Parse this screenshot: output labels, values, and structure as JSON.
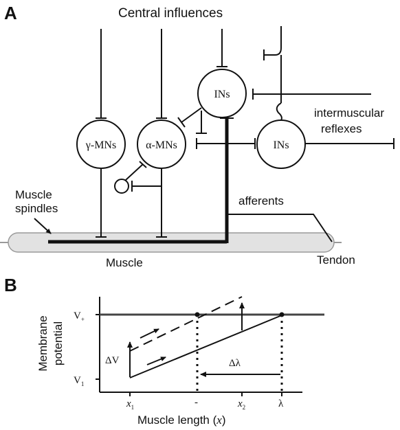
{
  "panel_a": {
    "label": "A",
    "central_influences": "Central influences",
    "gamma_mns": "γ-MNs",
    "alpha_mns": "α-MNs",
    "ins_top": "INs",
    "ins_right": "INs",
    "intermuscular_line1": "intermuscular",
    "intermuscular_line2": "reflexes",
    "muscle_spindles_line1": "Muscle",
    "muscle_spindles_line2": "spindles",
    "afferents": "afferents",
    "muscle": "Muscle",
    "tendon": "Tendon"
  },
  "panel_b": {
    "label": "B",
    "ylabel_line1": "Membrane",
    "ylabel_line2": "potential",
    "v_plus": "V",
    "v_plus_sub": "+",
    "v_one": "V",
    "v_one_sub": "1",
    "delta_v": "ΔV",
    "delta_lambda": "Δλ",
    "x1": "x",
    "x1_sub": "1",
    "x2": "x",
    "x2_sub": "2",
    "lambda": "λ",
    "dash_tick": "-",
    "xlabel_main": "Muscle length (",
    "xlabel_var": "x",
    "xlabel_end": ")"
  },
  "colors": {
    "ink": "#111111",
    "muscle_fill": "#e2e2e2",
    "muscle_stroke": "#999999"
  }
}
